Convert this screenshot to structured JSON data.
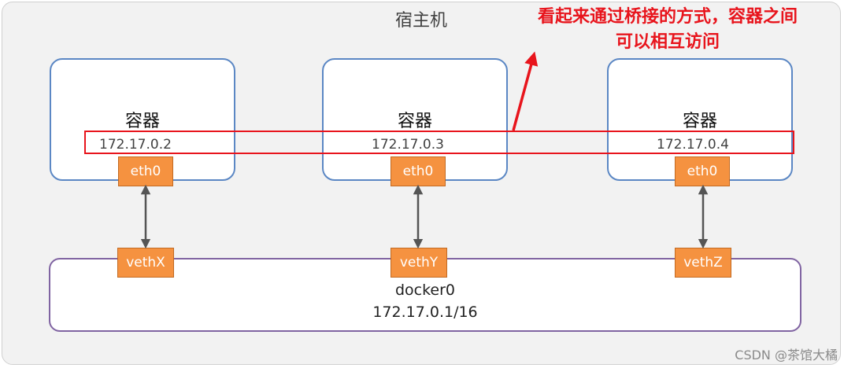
{
  "host": {
    "title": "宿主机"
  },
  "annotation": {
    "line1": "看起来通过桥接的方式，容器之间",
    "line2": "可以相互访问"
  },
  "containers": [
    {
      "label": "容器",
      "ip": "172.17.0.2",
      "iface": "eth0",
      "veth": "vethX"
    },
    {
      "label": "容器",
      "ip": "172.17.0.3",
      "iface": "eth0",
      "veth": "vethY"
    },
    {
      "label": "容器",
      "ip": "172.17.0.4",
      "iface": "eth0",
      "veth": "vethZ"
    }
  ],
  "bridge": {
    "name": "docker0",
    "ip": "172.17.0.1/16"
  },
  "watermark": "CSDN @茶馆大橘",
  "colors": {
    "container_border": "#5b87c4",
    "bridge_border": "#8064a2",
    "interface_fill": "#f59240",
    "annotation": "#e8141c"
  }
}
